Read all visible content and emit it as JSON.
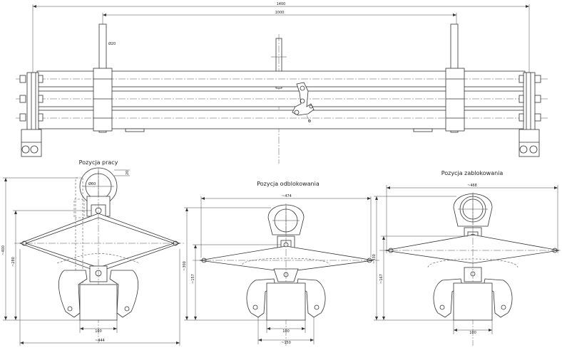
{
  "top_view": {
    "dim_overall": "1400",
    "dim_inner": "1000",
    "dim_rod": "Ø20"
  },
  "views": [
    {
      "title": "Pozycja pracy",
      "dim_width": "~444",
      "dim_height": "~400",
      "dim_mid": "~280",
      "dim_jaw": "100",
      "dim_top": "20",
      "dim_ring": "Ø60"
    },
    {
      "title": "Pozycja odblokowania",
      "dim_width": "~474",
      "dim_height": "~300",
      "dim_mid": "~157",
      "dim_jaw": "100",
      "dim_bottom": "~150"
    },
    {
      "title": "Pozycja zablokowania",
      "dim_width": "~468",
      "dim_height": "~330",
      "dim_mid": "~167",
      "dim_jaw": "100"
    }
  ]
}
